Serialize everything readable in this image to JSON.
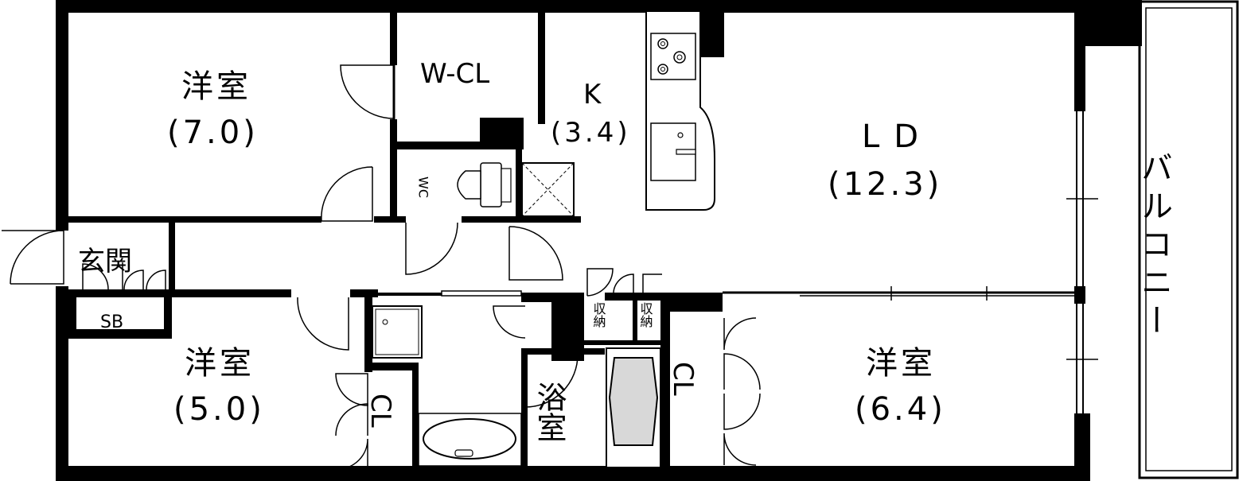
{
  "rooms": {
    "western_nw": {
      "name": "洋室",
      "size": "(7.0)"
    },
    "walkin_closet": {
      "name": "W-CL"
    },
    "kitchen": {
      "name": "K",
      "size": "(3.4)"
    },
    "living_dining": {
      "name": "LD",
      "size": "(12.3)"
    },
    "balcony": {
      "name": "バルコニー"
    },
    "entrance": {
      "name": "玄関"
    },
    "shoe_box": {
      "name": "SB"
    },
    "toilet": {
      "name": "WC"
    },
    "western_sw": {
      "name": "洋室",
      "size": "(5.0)"
    },
    "closet_sw": {
      "name": "CL"
    },
    "bathroom": {
      "name": "浴室"
    },
    "storage_1": {
      "name": "収納"
    },
    "storage_2": {
      "name": "収納"
    },
    "closet_se": {
      "name": "CL"
    },
    "western_se": {
      "name": "洋室",
      "size": "(6.4)"
    }
  }
}
